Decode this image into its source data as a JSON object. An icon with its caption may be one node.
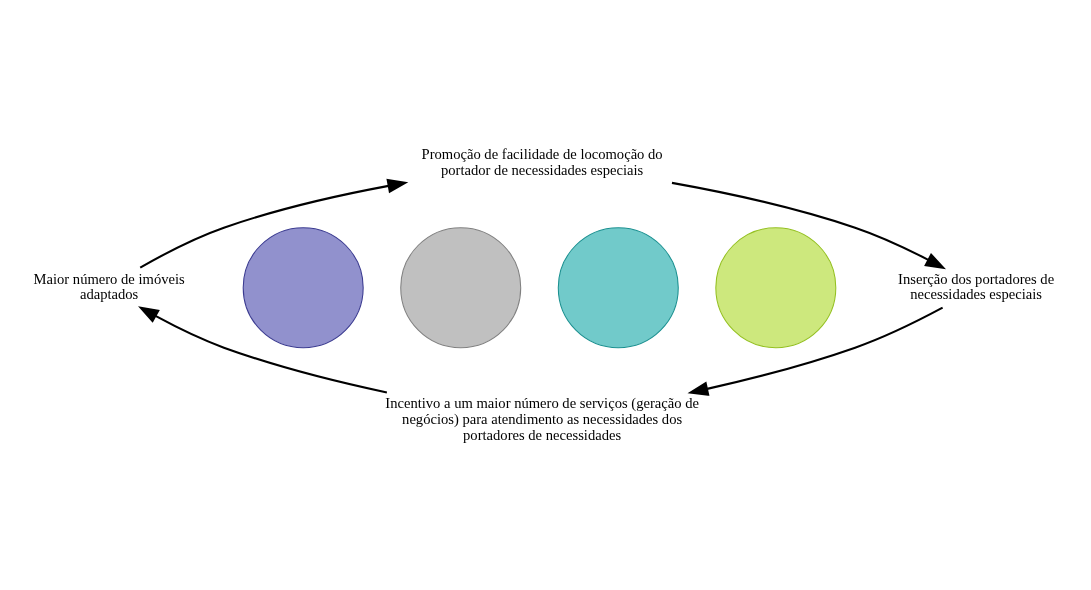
{
  "diagram": {
    "nodes": [
      {
        "text": [
          "Promoção de facilidade de locomoção do portador de necessidades especiais"
        ]
      },
      {
        "text": [
          "Maior número de imóveis adaptados"
        ]
      },
      {
        "text": [
          "Inserção dos portadores de necessidades especiais"
        ]
      },
      {
        "text": [
          "Incentivo a um maior número de serviços (geração de negócios) para atendimento as necessidades dos portadores de necessidades"
        ]
      },
      {
        "text": [],
        "shape": "circle"
      },
      {
        "text": [],
        "shape": "circle"
      },
      {
        "text": [],
        "shape": "circle"
      },
      {
        "text": [],
        "shape": "circle"
      }
    ],
    "edges": [
      {
        "from": 1,
        "to": 0,
        "arrow": "to"
      },
      {
        "from": 0,
        "to": 2,
        "arrow": "to"
      },
      {
        "from": 2,
        "to": 3,
        "arrow": "to"
      },
      {
        "from": 3,
        "to": 1,
        "arrow": "to"
      }
    ]
  }
}
